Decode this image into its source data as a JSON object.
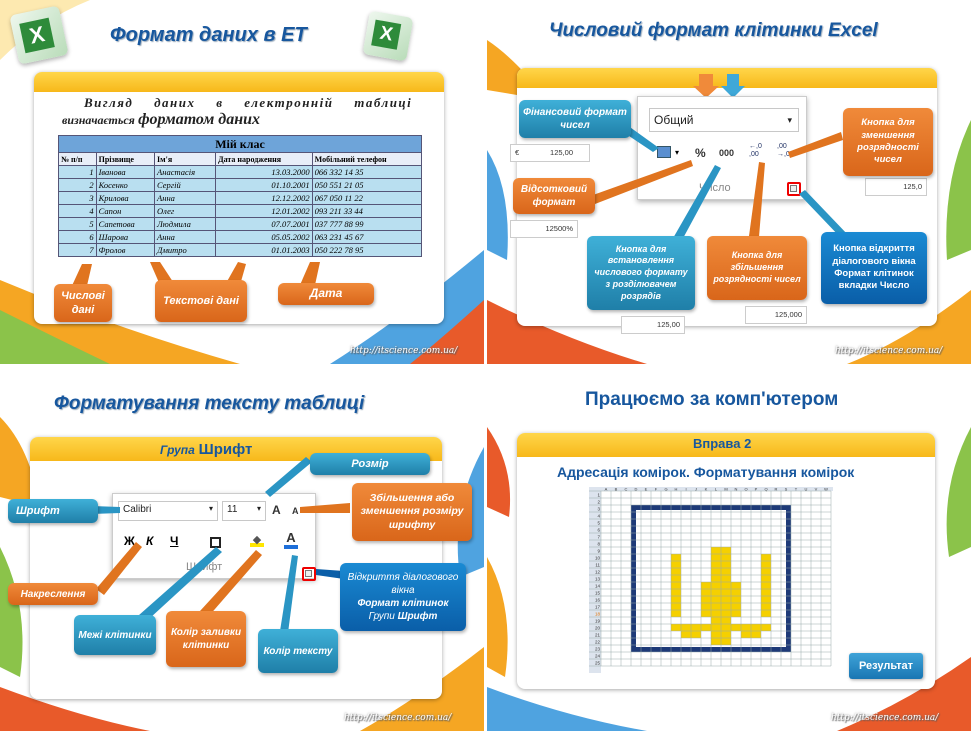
{
  "slide1": {
    "title": "Формат даних в ЕТ",
    "text1": "Вигляд даних в електронній таблиці",
    "text2a": "визначається",
    "text2b": "форматом даних",
    "table_title": "Мій клас",
    "headers": [
      "№ п/п",
      "Прізвище",
      "Ім'я",
      "Дата народження",
      "Мобільний телефон"
    ],
    "rows": [
      [
        "1",
        "Іванова",
        "Анастасія",
        "13.03.2000",
        "066 332 14 35"
      ],
      [
        "2",
        "Косенко",
        "Сергій",
        "01.10.2001",
        "050 551 21 05"
      ],
      [
        "3",
        "Крилова",
        "Анна",
        "12.12.2002",
        "067 050 11 22"
      ],
      [
        "4",
        "Сапон",
        "Олег",
        "12.01.2002",
        "093 211 33 44"
      ],
      [
        "5",
        "Сапетова",
        "Людмила",
        "07.07.2001",
        "037 777 88 99"
      ],
      [
        "6",
        "Шарова",
        "Анна",
        "05.05.2002",
        "063 231 45 67"
      ],
      [
        "7",
        "Фролов",
        "Дмитро",
        "01.01.2003",
        "050 222 78 95"
      ]
    ],
    "callouts": {
      "numeric": "Числові дані",
      "text": "Текстові дані",
      "date": "Дата"
    },
    "url": "http://itscience.com.ua/"
  },
  "slide2": {
    "title": "Числовий формат клітинки Excel",
    "format_value": "Общий",
    "group_label": "Число",
    "pct": "%",
    "thousands": "000",
    "inc": "←,0 ,00",
    "dec": ",00 →,0",
    "callouts": {
      "financial": "Фінансовий формат чисел",
      "percent": "Відсотковий формат",
      "thousands": "Кнопка для встановлення числового формату з розділювачем розрядів",
      "increase": "Кнопка для збільшення розрядності чисел",
      "decrease": "Кнопка для зменшення розрядності чисел",
      "dialog": "Кнопка відкриття діалогового вікна Формат клітинок вкладки Число"
    },
    "samples": {
      "euro": "€",
      "euro_val": "125,00",
      "pct": "12500%",
      "n1": "125,00",
      "n2": "125,000",
      "n3": "125,0"
    },
    "url": "http://itscience.com.ua/"
  },
  "slide3": {
    "title": "Форматування тексту таблиці",
    "group_a": "Група",
    "group_b": "Шрифт",
    "font": "Calibri",
    "size": "11",
    "bold": "Ж",
    "italic": "К",
    "underline": "Ч",
    "ribbon_label": "Шрифт",
    "grow": "A",
    "shrink": "A",
    "callouts": {
      "size": "Розмір",
      "font": "Шрифт",
      "grow_shrink": "Збільшення або зменшення розміру шрифту",
      "style": "Накреслення",
      "borders": "Межі клітинки",
      "fill": "Колір заливки клітинки",
      "color": "Колір тексту",
      "dialog_a": "Відкриття діалогового вікна",
      "dialog_b": "Формат клітинок",
      "dialog_c": "Групи",
      "dialog_d": "Шрифт"
    },
    "url": "http://itscience.com.ua/"
  },
  "slide4": {
    "title": "Працюємо за комп'ютером",
    "exercise": "Вправа 2",
    "subtitle": "Адресація комірок. Форматування комірок",
    "result": "Результат",
    "url": "http://itscience.com.ua/",
    "cols": [
      "A",
      "B",
      "C",
      "D",
      "E",
      "F",
      "G",
      "H",
      "I",
      "J",
      "K",
      "L",
      "M",
      "N",
      "O",
      "P",
      "Q",
      "R",
      "S",
      "T",
      "U",
      "V",
      "W"
    ],
    "rows": [
      "1",
      "2",
      "3",
      "4",
      "5",
      "6",
      "7",
      "8",
      "9",
      "10",
      "11",
      "12",
      "13",
      "14",
      "15",
      "16",
      "17",
      "18",
      "19",
      "20",
      "21",
      "22",
      "23",
      "24",
      "25"
    ]
  },
  "colors": {
    "accent": "#f7b81a",
    "title": "#17579e",
    "orange": "#e0741f",
    "blue": "#2a95c4",
    "frame": "#1e3a78",
    "trident": "#f5d000"
  }
}
